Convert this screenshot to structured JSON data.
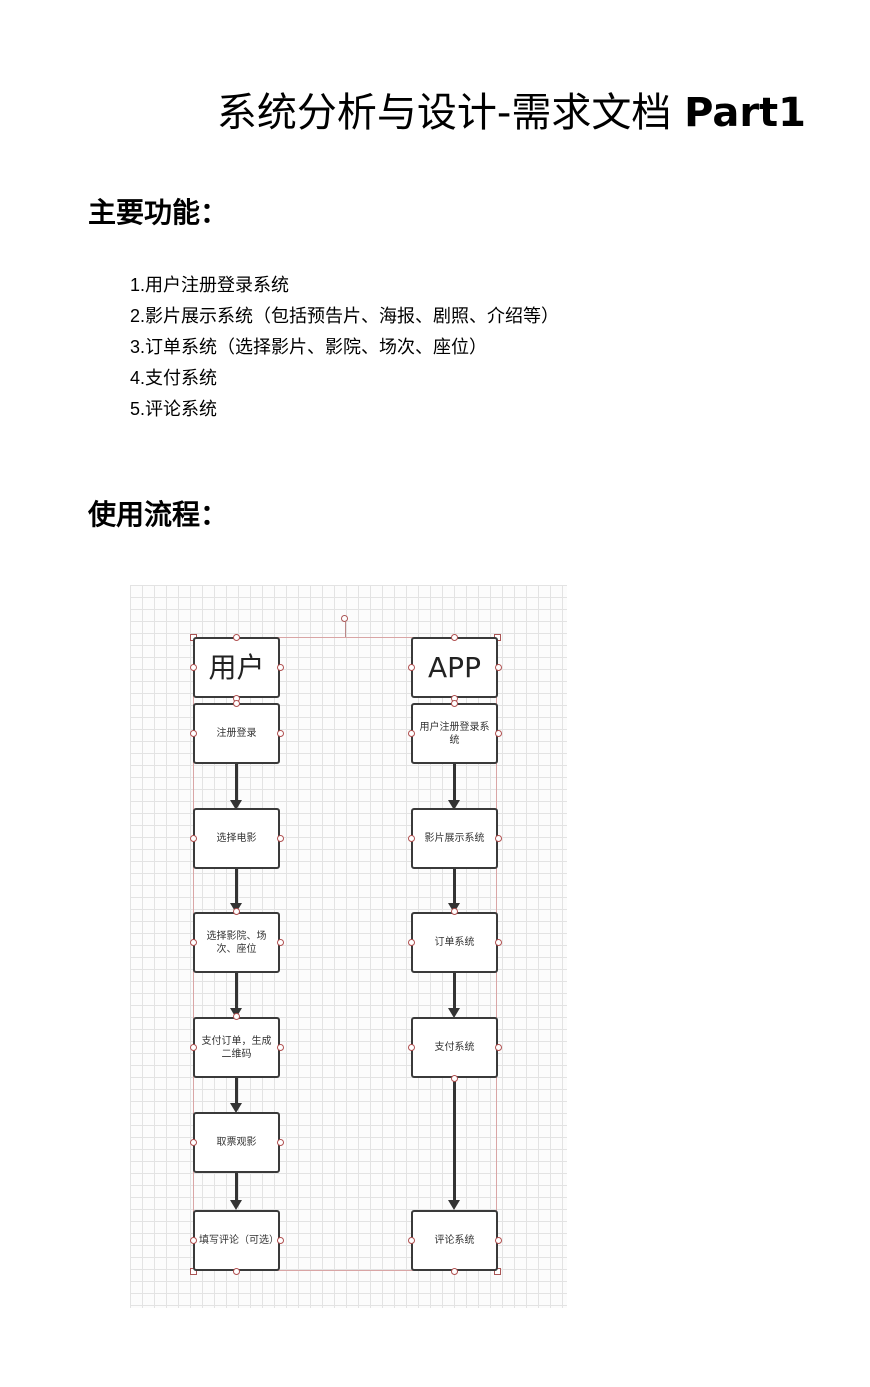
{
  "document": {
    "title_cn": "系统分析与设计-需求文档",
    "title_en": "Part1",
    "section_features": "主要功能：",
    "features": [
      {
        "num": "1.",
        "text": "用户注册登录系统"
      },
      {
        "num": "2.",
        "text": "影片展示系统（包括预告片、海报、剧照、介绍等）"
      },
      {
        "num": "3.",
        "text": "订单系统（选择影片、影院、场次、座位）"
      },
      {
        "num": "4.",
        "text": "支付系统"
      },
      {
        "num": "5.",
        "text": "评论系统"
      }
    ],
    "section_flow": "使用流程："
  },
  "diagram": {
    "user_column": {
      "header": "用户",
      "steps": [
        "注册登录",
        "选择电影",
        "选择影院、场次、座位",
        "支付订单，生成二维码",
        "取票观影",
        "填写评论（可选）"
      ]
    },
    "app_column": {
      "header": "APP",
      "steps": [
        "用户注册登录系统",
        "影片展示系统",
        "订单系统",
        "支付系统",
        "评论系统"
      ]
    },
    "colors": {
      "node_border": "#3a3a3a",
      "handle": "#b05050",
      "selection": "#d9a5a5",
      "grid": "#e3e3e3"
    }
  }
}
